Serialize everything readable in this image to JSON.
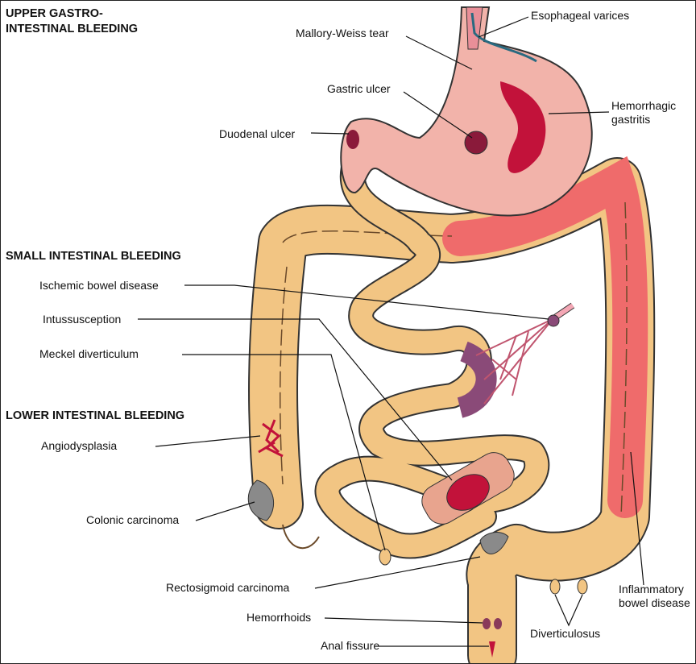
{
  "headings": {
    "upper_1": "UPPER GASTRO-",
    "upper_2": "INTESTINAL BLEEDING",
    "small": "SMALL INTESTINAL BLEEDING",
    "lower": "LOWER INTESTINAL BLEEDING"
  },
  "labels": {
    "esophageal_varices": "Esophageal varices",
    "mallory_weiss": "Mallory-Weiss tear",
    "gastric_ulcer": "Gastric ulcer",
    "hemorrhagic_1": "Hemorrhagic",
    "hemorrhagic_2": "gastritis",
    "duodenal_ulcer": "Duodenal ulcer",
    "ischemic": "Ischemic bowel disease",
    "intussusception": "Intussusception",
    "meckel": "Meckel diverticulum",
    "angiodysplasia": "Angiodysplasia",
    "colonic_carcinoma": "Colonic carcinoma",
    "rectosigmoid": "Rectosigmoid carcinoma",
    "hemorrhoids": "Hemorrhoids",
    "anal_fissure": "Anal  fissure",
    "diverticulosus": "Diverticulosus",
    "ibd_1": "Inflammatory",
    "ibd_2": "bowel disease"
  },
  "colors": {
    "bowel": "#f2c583",
    "inflamed": "#ef6b6b",
    "stomach": "#f2b3aa",
    "bleed": "#c2123a",
    "ischemic": "#8a4a78",
    "carcinoma": "#8a8a8a"
  }
}
